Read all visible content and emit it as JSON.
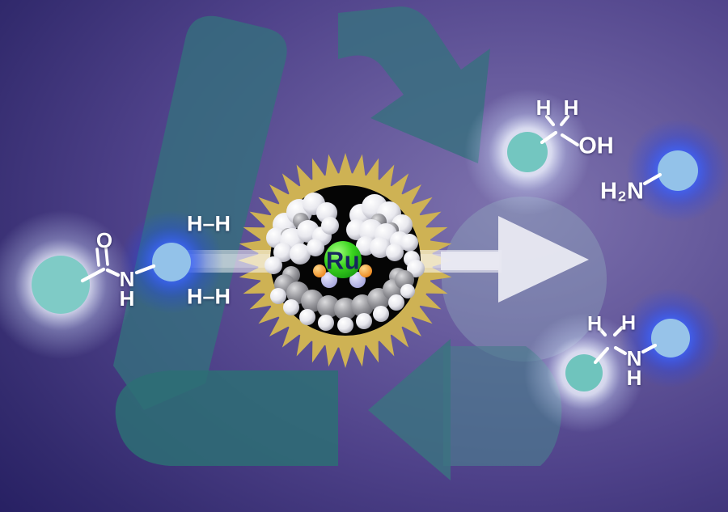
{
  "colors": {
    "background_dark": "#1c1659",
    "background_light": "#7e73ae",
    "recycle_teal": "#2e6e78",
    "sunburst_gold": "#ceb254",
    "catalyst_disc": "#050505",
    "ru_green": "#2fd01f",
    "node_teal": "#7acac3",
    "node_blue": "#93c2e9",
    "glow_blue": "#2b55f0",
    "beam_white": "#ffffff",
    "arrow_white": "#e9e9f2"
  },
  "labels": {
    "amide": {
      "oxygen": "O",
      "nitrogen": "N",
      "nh_hydrogen": "H"
    },
    "dihydrogen_top": "H–H",
    "dihydrogen_bottom": "H–H",
    "catalyst": {
      "metal": "Ru"
    },
    "methanol": {
      "h1": "H",
      "h2": "H",
      "hydroxyl": "OH"
    },
    "primary_amine": {
      "h": "H",
      "subscript": "2",
      "n": "N"
    },
    "secondary_amine": {
      "h1": "H",
      "h2": "H",
      "n": "N",
      "nh": "H"
    }
  }
}
